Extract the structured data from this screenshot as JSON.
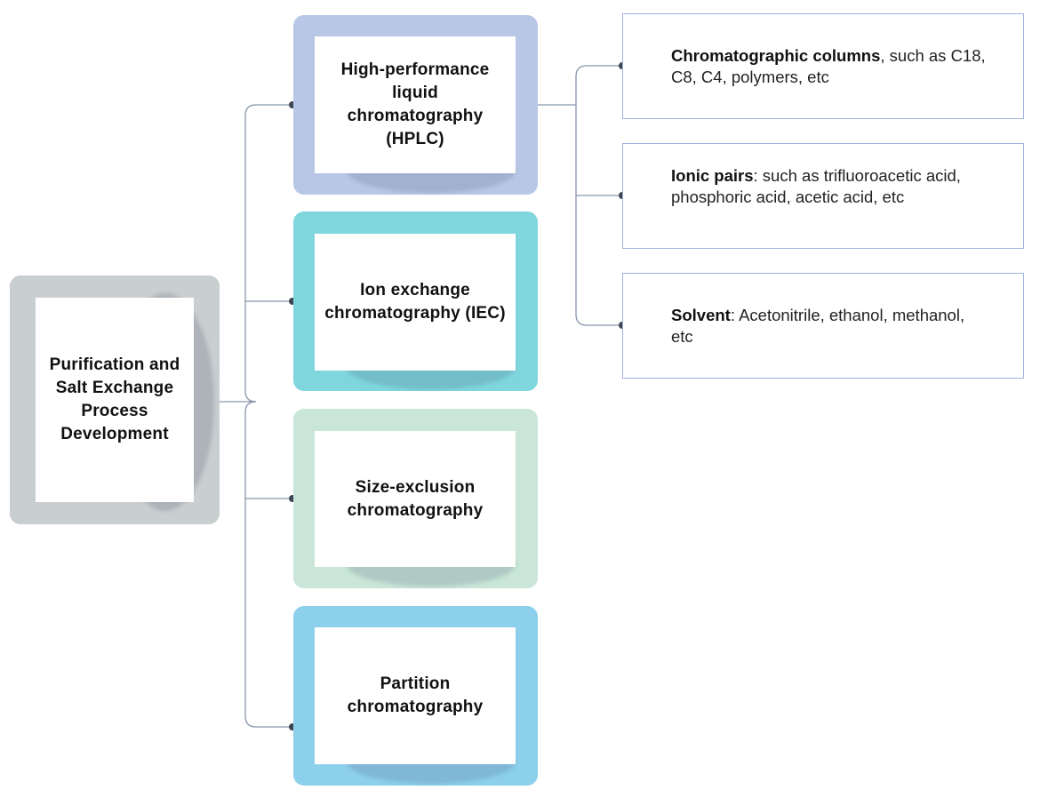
{
  "root": {
    "label": "Purification and Salt Exchange Process Development",
    "color": "#c9ced0"
  },
  "methods": [
    {
      "label": "High-performance liquid chromatography (HPLC)",
      "color": "#b8c7e6"
    },
    {
      "label": "Ion exchange chromatography (IEC)",
      "color": "#7fd6dd"
    },
    {
      "label": "Size-exclusion chromatography",
      "color": "#c9e6d8"
    },
    {
      "label": "Partition chromatography",
      "color": "#8dd0ec"
    }
  ],
  "hplc_details": [
    {
      "term": "Chromatographic columns",
      "text": ", such as C18, C8, C4, polymers, etc"
    },
    {
      "term": "Ionic pairs",
      "text": ": such as trifluoroacetic acid, phosphoric acid, acetic acid, etc"
    },
    {
      "term": "Solvent",
      "text": ": Acetonitrile, ethanol, methanol, etc"
    }
  ],
  "colors": {
    "connector": "#8796ac",
    "connector_dot": "#3d4453",
    "detail_border": "#9fb2dd"
  }
}
